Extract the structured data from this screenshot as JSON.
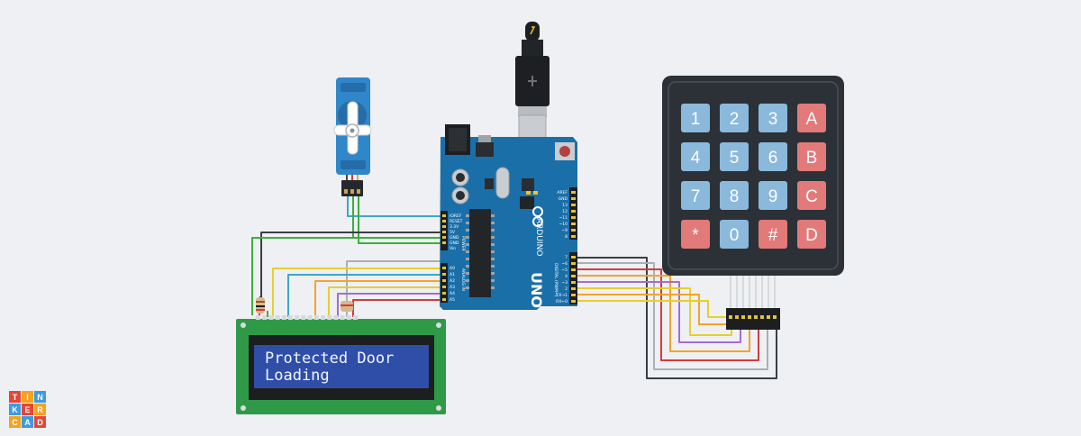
{
  "lcd": {
    "line1": "Protected Door",
    "line2": "Loading"
  },
  "keypad": {
    "keys": [
      {
        "label": "1",
        "type": "digit"
      },
      {
        "label": "2",
        "type": "digit"
      },
      {
        "label": "3",
        "type": "digit"
      },
      {
        "label": "A",
        "type": "letter"
      },
      {
        "label": "4",
        "type": "digit"
      },
      {
        "label": "5",
        "type": "digit"
      },
      {
        "label": "6",
        "type": "digit"
      },
      {
        "label": "B",
        "type": "letter"
      },
      {
        "label": "7",
        "type": "digit"
      },
      {
        "label": "8",
        "type": "digit"
      },
      {
        "label": "9",
        "type": "digit"
      },
      {
        "label": "C",
        "type": "letter"
      },
      {
        "label": "*",
        "type": "symbol"
      },
      {
        "label": "0",
        "type": "digit"
      },
      {
        "label": "#",
        "type": "symbol"
      },
      {
        "label": "D",
        "type": "letter"
      }
    ]
  },
  "arduino": {
    "model": "UNO",
    "brand": "ARDUINO",
    "analog_header": "ANALOG IN",
    "power_header": "POWER",
    "digital_header": "DIGITAL (PWM~)",
    "power_pins": [
      "IOREF",
      "RESET",
      "3.3V",
      "5V",
      "GND",
      "GND",
      "Vin"
    ],
    "analog_pins": [
      "A0",
      "A1",
      "A2",
      "A3",
      "A4",
      "A5"
    ],
    "digital_pins_top": [
      "AREF",
      "GND",
      "13",
      "12",
      "~11",
      "~10",
      "~9",
      "8"
    ],
    "digital_pins_bottom": [
      "7",
      "~6",
      "~5",
      "4",
      "~3",
      "2",
      "TX→1",
      "RX←0"
    ]
  },
  "logo": {
    "letters": [
      "T",
      "I",
      "N",
      "K",
      "E",
      "R",
      "C",
      "A",
      "D"
    ],
    "colors": [
      "#e4463a",
      "#f6a21e",
      "#3d9be0",
      "#3d9be0",
      "#e4463a",
      "#f6a21e",
      "#f6a21e",
      "#3d9be0",
      "#e4463a"
    ]
  },
  "colors": {
    "background": "#eef0f3",
    "arduino_board": "#1b6fa8",
    "lcd_board": "#2e9a48",
    "lcd_screen": "#2f4ea8",
    "keypad_body": "#2b3137",
    "key_blue": "#8ab9dc",
    "key_red": "#e27a7a",
    "servo_body": "#2f86c9"
  }
}
